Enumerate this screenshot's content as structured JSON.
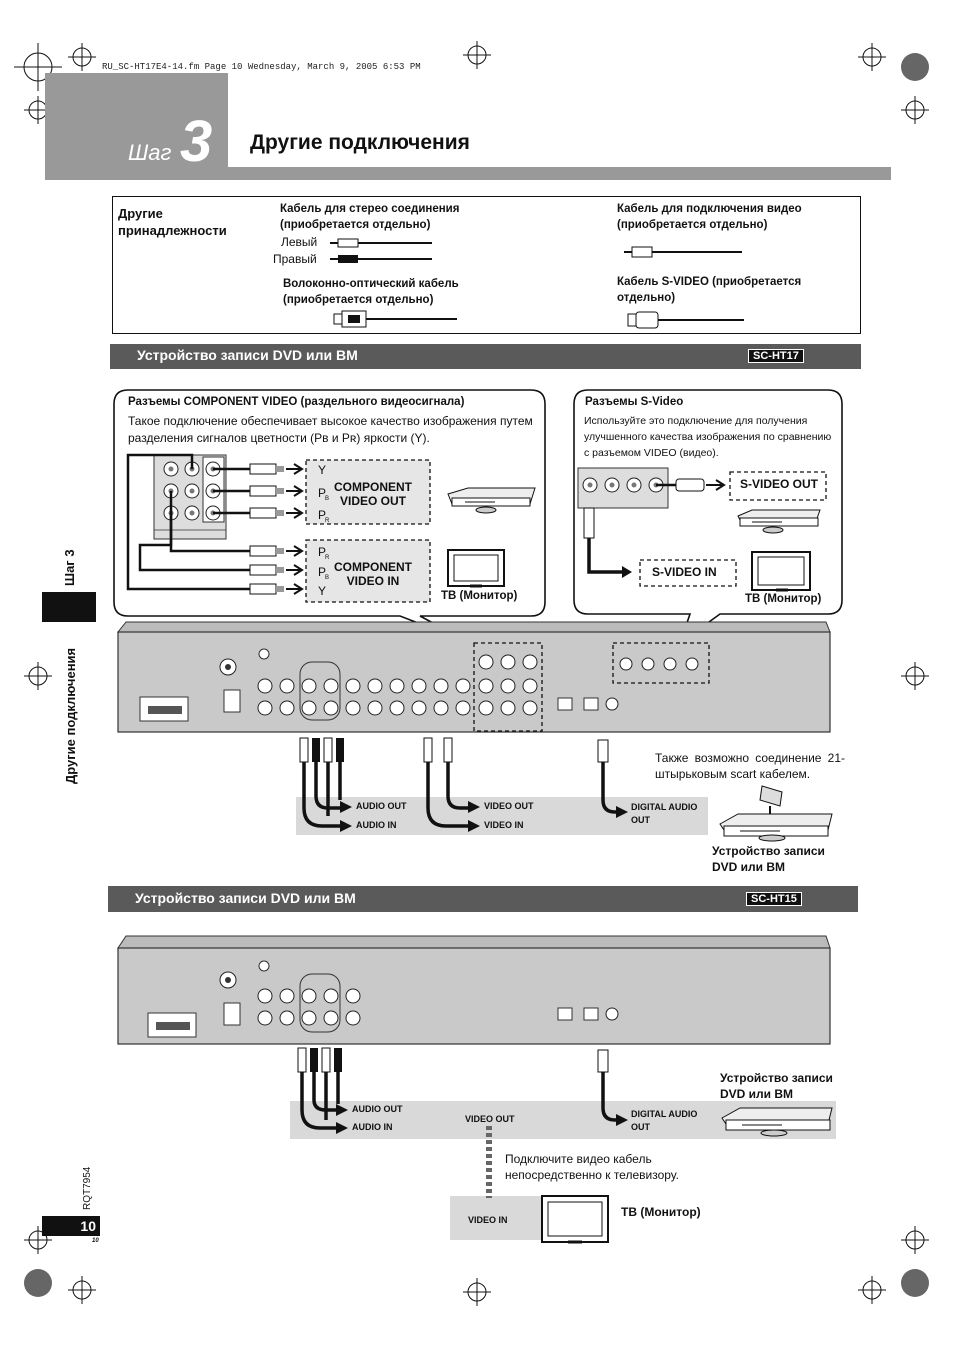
{
  "header": {
    "file_info": "RU_SC-HT17E4-14.fm  Page 10  Wednesday, March 9, 2005  6:53 PM",
    "step_word": "Шаг",
    "step_number": "3",
    "title": "Другие подключения"
  },
  "accessories": {
    "heading": "Другие принадлежности",
    "stereo_cable": "Кабель для стерео соединения (приобретается отдельно)",
    "left": "Левый",
    "right": "Правый",
    "optical_cable": "Волоконно-оптический кабель (приобретается отдельно)",
    "video_cable": "Кабель для подключения видео (приобретается отдельно)",
    "svideo_cable": "Кабель S-VIDEO (приобретается отдельно)"
  },
  "section1": {
    "title": "Устройство записи DVD или ВМ",
    "model": "SC-HT17",
    "component_title": "Разъемы COMPONENT VIDEO (раздельного видеосигнала)",
    "component_desc": "Такое подключение обеспечивает высокое качество изображения путем разделения сигналов цветности (Pʙ и Pʀ) яркости (Y).",
    "component_out": "COMPONENT VIDEO OUT",
    "component_in": "COMPONENT VIDEO IN",
    "tv_monitor": "ТВ (Монитор)",
    "svideo_title": "Разъемы S-Video",
    "svideo_desc": "Используйте это подключение для получения улучшенного качества изображения по сравнению с разъемом VIDEO (видео).",
    "svideo_out": "S-VIDEO OUT",
    "svideo_in": "S-VIDEO IN",
    "tv_monitor2": "ТВ (Монитор)",
    "scart_note": "Также возможно соединение 21-штырьковым scart кабелем.",
    "audio_out": "AUDIO OUT",
    "audio_in": "AUDIO IN",
    "video_out": "VIDEO OUT",
    "video_in": "VIDEO IN",
    "digital_audio_out": "DIGITAL AUDIO OUT",
    "recorder_label": "Устройство записи DVD или ВМ"
  },
  "section2": {
    "title": "Устройство записи DVD или ВМ",
    "model": "SC-HT15",
    "audio_out": "AUDIO OUT",
    "audio_in": "AUDIO IN",
    "video_out": "VIDEO OUT",
    "digital_audio_out": "DIGITAL AUDIO OUT",
    "recorder_label": "Устройство записи DVD или ВМ",
    "video_note": "Подключите видео кабель непосредственно к телевизору.",
    "video_in": "VIDEO IN",
    "tv_monitor": "ТВ (Монитор)"
  },
  "sidebar": {
    "step_tab": "Шаг 3",
    "chapter": "Другие подключения",
    "doc_code": "RQT7954",
    "page_number": "10",
    "page_small": "10"
  },
  "colors": {
    "header_gray": "#999999",
    "band_gray": "#5a5a5a",
    "panel_gray": "#c9c9c9",
    "black_tab": "#111111"
  }
}
